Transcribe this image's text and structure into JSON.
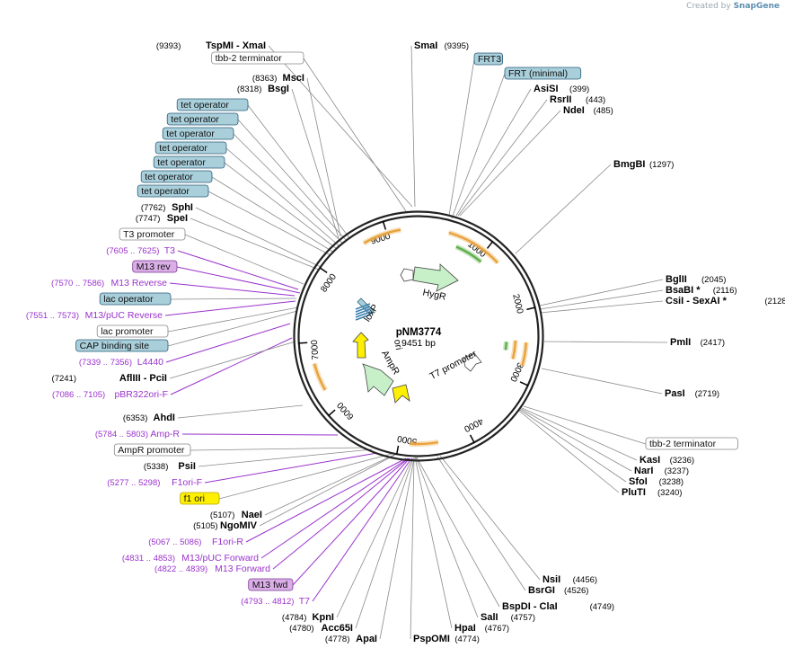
{
  "credit": {
    "prefix": "Created by",
    "brand": "SnapGene"
  },
  "plasmid": {
    "name": "pNM3774",
    "size_label": "9451 bp",
    "length": 9451
  },
  "ticks": [
    "1000",
    "2000",
    "3000",
    "4000",
    "5000",
    "6000",
    "7000",
    "8000",
    "9000"
  ],
  "colors": {
    "feature_blue": "#a9cfdb",
    "feature_outline": "#2b5e7a",
    "primer_purple": "#9a33cc",
    "primer_box": "#dbaee8",
    "f1_yellow": "#ffef00",
    "orange_arrow": "#e8a23b",
    "green_arrow": "#5fb04a"
  },
  "labels": [
    {
      "kind": "site",
      "name": "TspMI",
      "extra": "XmaI",
      "pos": "(9393)"
    },
    {
      "kind": "site",
      "name": "SmaI",
      "pos": "(9395)"
    },
    {
      "kind": "feature",
      "name": "FRT3",
      "color": "blue"
    },
    {
      "kind": "feature",
      "name": "FRT (minimal)",
      "color": "blue"
    },
    {
      "kind": "site",
      "name": "AsiSI",
      "pos": "(399)"
    },
    {
      "kind": "site",
      "name": "RsrII",
      "pos": "(443)"
    },
    {
      "kind": "site",
      "name": "NdeI",
      "pos": "(485)"
    },
    {
      "kind": "site",
      "name": "BmgBI",
      "pos": "(1297)"
    },
    {
      "kind": "site",
      "name": "BglII",
      "pos": "(2045)"
    },
    {
      "kind": "site",
      "name": "BsaBI *",
      "pos": "(2116)"
    },
    {
      "kind": "site",
      "name": "CsiI",
      "extra": "SexAI *",
      "pos": "(2128)"
    },
    {
      "kind": "site",
      "name": "PmlI",
      "pos": "(2417)"
    },
    {
      "kind": "site",
      "name": "PasI",
      "pos": "(2719)"
    },
    {
      "kind": "feature",
      "name": "tbb-2 terminator",
      "color": "white"
    },
    {
      "kind": "site",
      "name": "KasI",
      "pos": "(3236)"
    },
    {
      "kind": "site",
      "name": "NarI",
      "pos": "(3237)"
    },
    {
      "kind": "site",
      "name": "SfoI",
      "pos": "(3238)"
    },
    {
      "kind": "site",
      "name": "PluTI",
      "pos": "(3240)"
    },
    {
      "kind": "site",
      "name": "NsiI",
      "pos": "(4456)"
    },
    {
      "kind": "site",
      "name": "BsrGI",
      "pos": "(4526)"
    },
    {
      "kind": "site",
      "name": "BspDI",
      "extra": "ClaI",
      "pos": "(4749)"
    },
    {
      "kind": "site",
      "name": "SalI",
      "pos": "(4757)"
    },
    {
      "kind": "site",
      "name": "HpaI",
      "pos": "(4767)"
    },
    {
      "kind": "site",
      "name": "PspOMI",
      "pos": "(4774)"
    },
    {
      "kind": "site",
      "name": "ApaI",
      "pos": "(4778)"
    },
    {
      "kind": "site",
      "name": "Acc65I",
      "pos": "(4780)"
    },
    {
      "kind": "site",
      "name": "KpnI",
      "pos": "(4784)"
    },
    {
      "kind": "primer",
      "name": "T7",
      "pos": "(4793 .. 4812)"
    },
    {
      "kind": "feature",
      "name": "M13 fwd",
      "color": "purple"
    },
    {
      "kind": "primer",
      "name": "M13 Forward",
      "pos": "(4822 .. 4839)"
    },
    {
      "kind": "primer",
      "name": "M13/pUC Forward",
      "pos": "(4831 .. 4853)"
    },
    {
      "kind": "primer",
      "name": "F1ori-R",
      "pos": "(5067 .. 5086)"
    },
    {
      "kind": "site",
      "name": "NgoMIV",
      "pos": "(5105)"
    },
    {
      "kind": "site",
      "name": "NaeI",
      "pos": "(5107)"
    },
    {
      "kind": "feature",
      "name": "f1 ori",
      "color": "yellow"
    },
    {
      "kind": "primer",
      "name": "F1ori-F",
      "pos": "(5277 .. 5298)"
    },
    {
      "kind": "site",
      "name": "PsiI",
      "pos": "(5338)"
    },
    {
      "kind": "feature",
      "name": "AmpR promoter",
      "color": "white"
    },
    {
      "kind": "primer",
      "name": "Amp-R",
      "pos": "(5784 .. 5803)"
    },
    {
      "kind": "site",
      "name": "AhdI",
      "pos": "(6353)"
    },
    {
      "kind": "primer",
      "name": "pBR322ori-F",
      "pos": "(7086 .. 7105)"
    },
    {
      "kind": "site",
      "name": "AflIII",
      "extra": "PciI",
      "pos": "(7241)"
    },
    {
      "kind": "primer",
      "name": "L4440",
      "pos": "(7339 .. 7356)"
    },
    {
      "kind": "feature",
      "name": "CAP binding site",
      "color": "blue"
    },
    {
      "kind": "feature",
      "name": "lac promoter",
      "color": "white"
    },
    {
      "kind": "primer",
      "name": "M13/pUC Reverse",
      "pos": "(7551 .. 7573)"
    },
    {
      "kind": "feature",
      "name": "lac operator",
      "color": "blue"
    },
    {
      "kind": "primer",
      "name": "M13 Reverse",
      "pos": "(7570 .. 7586)"
    },
    {
      "kind": "feature",
      "name": "M13 rev",
      "color": "purple"
    },
    {
      "kind": "primer",
      "name": "T3",
      "pos": "(7605 .. 7625)"
    },
    {
      "kind": "feature",
      "name": "T3 promoter",
      "color": "white"
    },
    {
      "kind": "site",
      "name": "SpeI",
      "pos": "(7747)"
    },
    {
      "kind": "site",
      "name": "SphI",
      "pos": "(7762)"
    },
    {
      "kind": "feature",
      "name": "tet operator",
      "color": "blue"
    },
    {
      "kind": "feature",
      "name": "tet operator",
      "color": "blue"
    },
    {
      "kind": "feature",
      "name": "tet operator",
      "color": "blue"
    },
    {
      "kind": "feature",
      "name": "tet operator",
      "color": "blue"
    },
    {
      "kind": "feature",
      "name": "tet operator",
      "color": "blue"
    },
    {
      "kind": "feature",
      "name": "tet operator",
      "color": "blue"
    },
    {
      "kind": "feature",
      "name": "tet operator",
      "color": "blue"
    },
    {
      "kind": "site",
      "name": "BsgI",
      "pos": "(8318)"
    },
    {
      "kind": "site",
      "name": "MscI",
      "pos": "(8363)"
    },
    {
      "kind": "feature",
      "name": "tbb-2 terminator",
      "color": "white"
    }
  ],
  "inner_labels": [
    "HygR",
    "loxP",
    "ori",
    "AmpR",
    "T7 promoter"
  ]
}
